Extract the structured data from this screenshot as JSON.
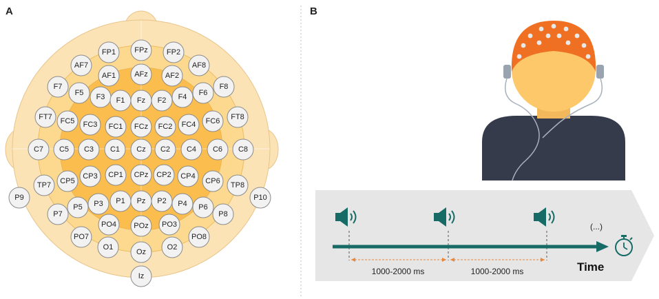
{
  "panels": {
    "a_label": "A",
    "b_label": "B"
  },
  "electrodes": [
    {
      "label": "FP1"
    },
    {
      "label": "FPz"
    },
    {
      "label": "FP2"
    },
    {
      "label": "AF7"
    },
    {
      "label": "AF8"
    },
    {
      "label": "AF1"
    },
    {
      "label": "AFz"
    },
    {
      "label": "AF2"
    },
    {
      "label": "F7"
    },
    {
      "label": "F8"
    },
    {
      "label": "F5"
    },
    {
      "label": "F6"
    },
    {
      "label": "F3"
    },
    {
      "label": "F4"
    },
    {
      "label": "F1"
    },
    {
      "label": "Fz"
    },
    {
      "label": "F2"
    },
    {
      "label": "FT7"
    },
    {
      "label": "FC5"
    },
    {
      "label": "FC3"
    },
    {
      "label": "FC1"
    },
    {
      "label": "FCz"
    },
    {
      "label": "FC2"
    },
    {
      "label": "FC4"
    },
    {
      "label": "FC6"
    },
    {
      "label": "FT8"
    },
    {
      "label": "C7"
    },
    {
      "label": "C5"
    },
    {
      "label": "C3"
    },
    {
      "label": "C1"
    },
    {
      "label": "Cz"
    },
    {
      "label": "C2"
    },
    {
      "label": "C4"
    },
    {
      "label": "C6"
    },
    {
      "label": "C8"
    },
    {
      "label": "TP7"
    },
    {
      "label": "CP5"
    },
    {
      "label": "CP3"
    },
    {
      "label": "CP1"
    },
    {
      "label": "CPz"
    },
    {
      "label": "CP2"
    },
    {
      "label": "CP4"
    },
    {
      "label": "CP6"
    },
    {
      "label": "TP8"
    },
    {
      "label": "P9"
    },
    {
      "label": "P10"
    },
    {
      "label": "P7"
    },
    {
      "label": "P5"
    },
    {
      "label": "P3"
    },
    {
      "label": "P1"
    },
    {
      "label": "Pz"
    },
    {
      "label": "P2"
    },
    {
      "label": "P4"
    },
    {
      "label": "P6"
    },
    {
      "label": "P8"
    },
    {
      "label": "PO4"
    },
    {
      "label": "POz"
    },
    {
      "label": "PO3"
    },
    {
      "label": "PO7"
    },
    {
      "label": "PO8"
    },
    {
      "label": "O1"
    },
    {
      "label": "Oz"
    },
    {
      "label": "O2"
    },
    {
      "label": "Iz"
    }
  ],
  "timeline": {
    "interval_1": "1000-2000 ms",
    "interval_2": "1000-2000 ms",
    "ellipsis": "(...)",
    "axis_label": "Time"
  },
  "colors": {
    "head_outer": "#fbe3b5",
    "head_mid": "#fcd98e",
    "head_inner": "#fbbd4e",
    "head_stroke": "#e8c48a",
    "teal": "#166b66",
    "interval_orange": "#e8873a",
    "cap_orange": "#f07023",
    "face": "#fcc86a",
    "body_dark": "#353b4b",
    "timeline_bg": "#e6e6e6"
  }
}
